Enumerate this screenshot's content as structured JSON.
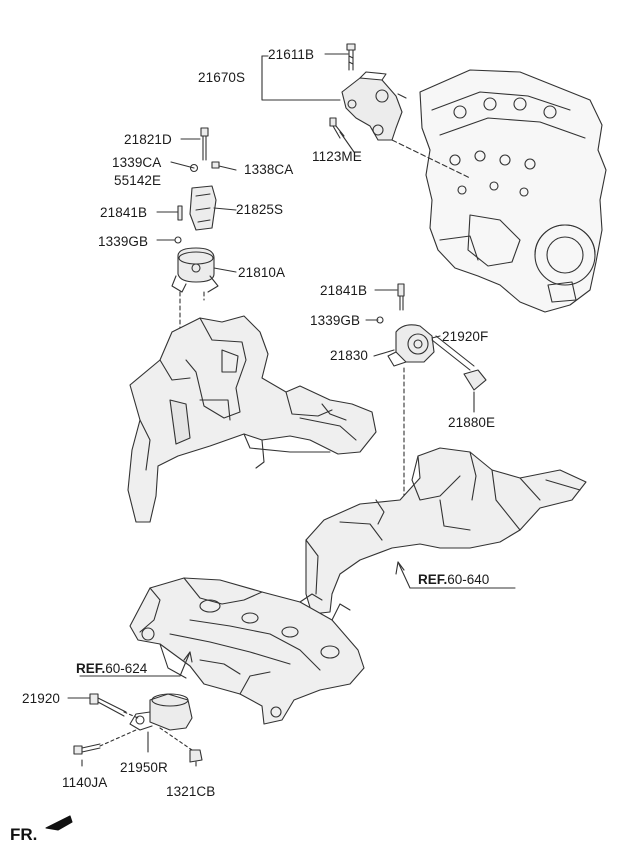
{
  "labels": {
    "p21611B": "21611B",
    "p21670S": "21670S",
    "p1123ME": "1123ME",
    "p21821D": "21821D",
    "p1339CA": "1339CA",
    "p55142E": "55142E",
    "p1338CA": "1338CA",
    "p21841B_left": "21841B",
    "p21825S": "21825S",
    "p1339GB_left": "1339GB",
    "p21810A": "21810A",
    "p21841B_right": "21841B",
    "p1339GB_right": "1339GB",
    "p21920F": "21920F",
    "p21830": "21830",
    "p21880E": "21880E",
    "p21920": "21920",
    "p1140JA": "1140JA",
    "p21950R": "21950R",
    "p1321CB": "1321CB"
  },
  "refs": {
    "ref_640": {
      "prefix": "REF.",
      "number": "60-640"
    },
    "ref_624": {
      "prefix": "REF.",
      "number": "60-624"
    }
  },
  "direction": {
    "text": "FR."
  },
  "colors": {
    "line": "#333333",
    "fill": "#ececec",
    "text": "#1b1b1b"
  }
}
